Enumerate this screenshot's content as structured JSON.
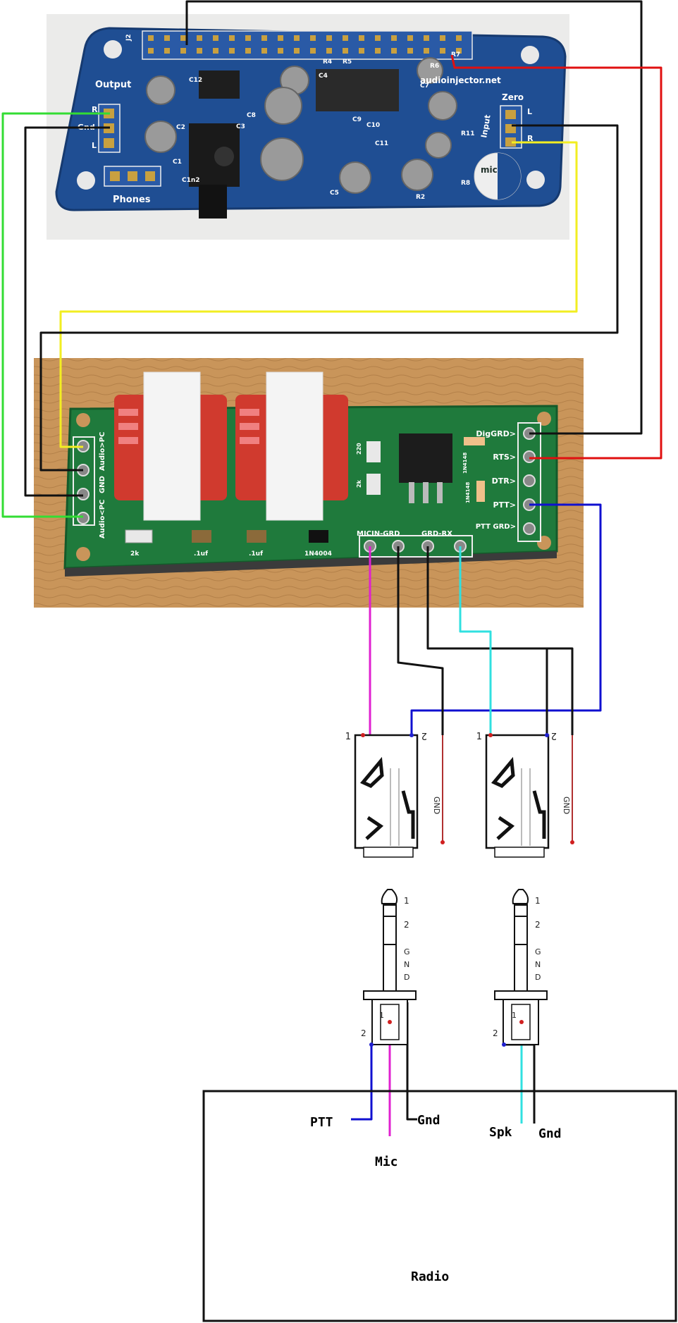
{
  "audio_injector_board": {
    "brand_text": "audioinjector.net",
    "model_text": "Zero",
    "output_label": "Output",
    "phones_label": "Phones",
    "input_label": "Input",
    "mic_label": "mic",
    "out_pin_r": "R",
    "out_pin_gnd": "Gnd",
    "out_pin_l": "L",
    "in_pin_l": "L",
    "in_pin_r": "R",
    "header_label": "J2",
    "silk": [
      "C1",
      "C2",
      "C3",
      "C4",
      "C5",
      "C7",
      "C8",
      "C9",
      "C10",
      "C11",
      "C12",
      "C1n2",
      "R2",
      "R4",
      "R5",
      "R6",
      "R7",
      "R8",
      "R11"
    ]
  },
  "interface_board": {
    "left_pins": [
      "Audio>PC",
      "GND",
      "Audio<PC"
    ],
    "right_pins": [
      "DigGRD>",
      "RTS>",
      "DTR>",
      "PTT>",
      "PTT GRD>"
    ],
    "bottom_left_labels": [
      "2k",
      ".1uf",
      ".1uf",
      "1N4004"
    ],
    "bottom_pin_labels": [
      "MICIN-GRD",
      "GRD-RX"
    ],
    "misc": [
      "220",
      "2k",
      "1N4148",
      "1N4148"
    ]
  },
  "jacks": {
    "jack_pin_1": "1",
    "jack_pin_2": "2",
    "jack_gnd": "GND"
  },
  "plugs": {
    "plug_pin_1": "1",
    "plug_pin_2": "2",
    "plug_gnd_g": "G",
    "plug_gnd_n": "N",
    "plug_gnd_d": "D"
  },
  "radio": {
    "title": "Radio",
    "ptt": "PTT",
    "mic": "Mic",
    "gnd_left": "Gnd",
    "spk": "Spk",
    "gnd_right": "Gnd"
  },
  "wire_colors": {
    "green": "#33dd33",
    "black": "#111111",
    "red": "#e01010",
    "yellow": "#f2ee22",
    "blue": "#1010d0",
    "magenta": "#e020d0",
    "cyan": "#30e0e0"
  }
}
